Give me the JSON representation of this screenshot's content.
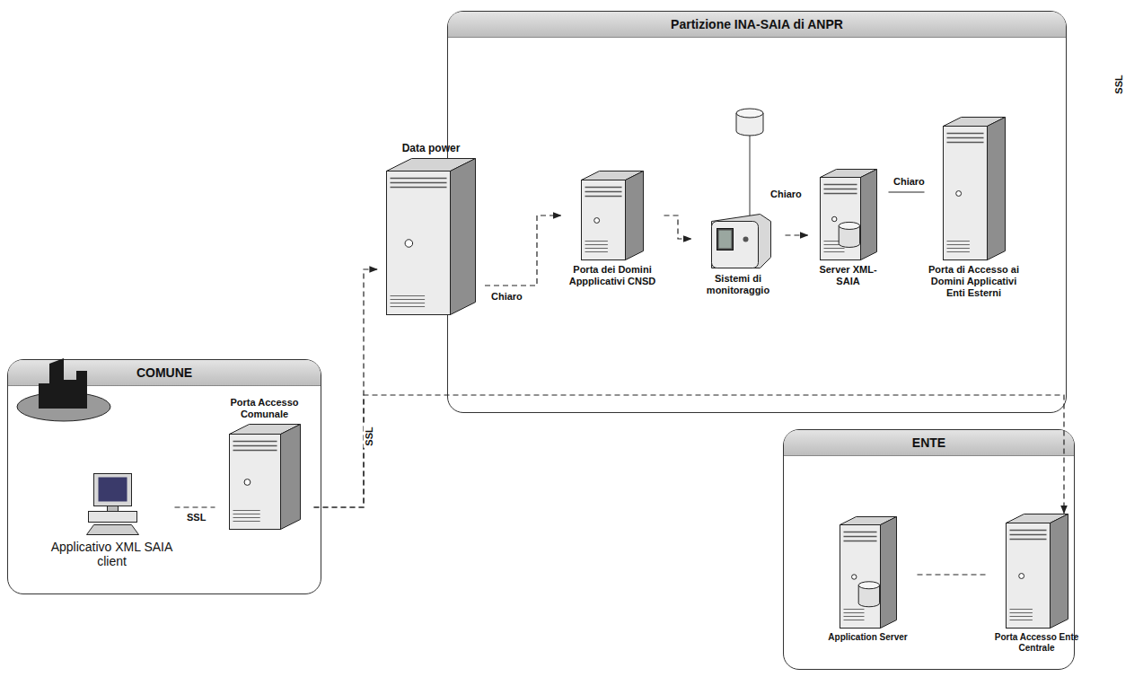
{
  "diagram": {
    "nodes": [
      {
        "text": [
          "Partizione INA-SAIA di ANPR"
        ]
      },
      {
        "text": [
          "Data power"
        ]
      },
      {
        "text": [
          "Porta dei Domini Appplicativi CNSD"
        ],
        "in": 0
      },
      {
        "text": [
          "Sistemi di monitoraggio"
        ],
        "in": 0
      },
      {
        "text": [
          "Server XML-SAIA"
        ],
        "in": 0
      },
      {
        "text": [
          "Porta di Accesso ai Domini Applicativi Enti Esterni"
        ],
        "in": 0
      },
      {
        "text": [
          "COMUNE"
        ]
      },
      {
        "text": [
          "Porta Accesso Comunale"
        ],
        "in": 6
      },
      {
        "text": [
          "Applicativo XML SAIA client"
        ],
        "in": 6
      },
      {
        "text": [
          "ENTE"
        ]
      },
      {
        "text": [
          "Application Server"
        ],
        "in": 9
      },
      {
        "text": [
          "Porta Accesso Ente Centrale"
        ],
        "in": 9
      }
    ],
    "edges": [
      {
        "from": 8,
        "to": 7,
        "label": "SSL",
        "arrow": "none"
      },
      {
        "from": 7,
        "to": 1,
        "label": "SSL",
        "arrow": "to"
      },
      {
        "from": 1,
        "to": 2,
        "label": "Chiaro",
        "arrow": "to"
      },
      {
        "from": 2,
        "to": 3,
        "arrow": "to"
      },
      {
        "from": 3,
        "to": 4,
        "label": "Chiaro",
        "arrow": "to"
      },
      {
        "from": 4,
        "to": 5,
        "label": "Chiaro",
        "arrow": "none"
      },
      {
        "from": 7,
        "to": 11,
        "arrow": "to"
      },
      {
        "from": 10,
        "to": 11,
        "arrow": "none"
      }
    ],
    "labels": [
      "SSL"
    ]
  }
}
